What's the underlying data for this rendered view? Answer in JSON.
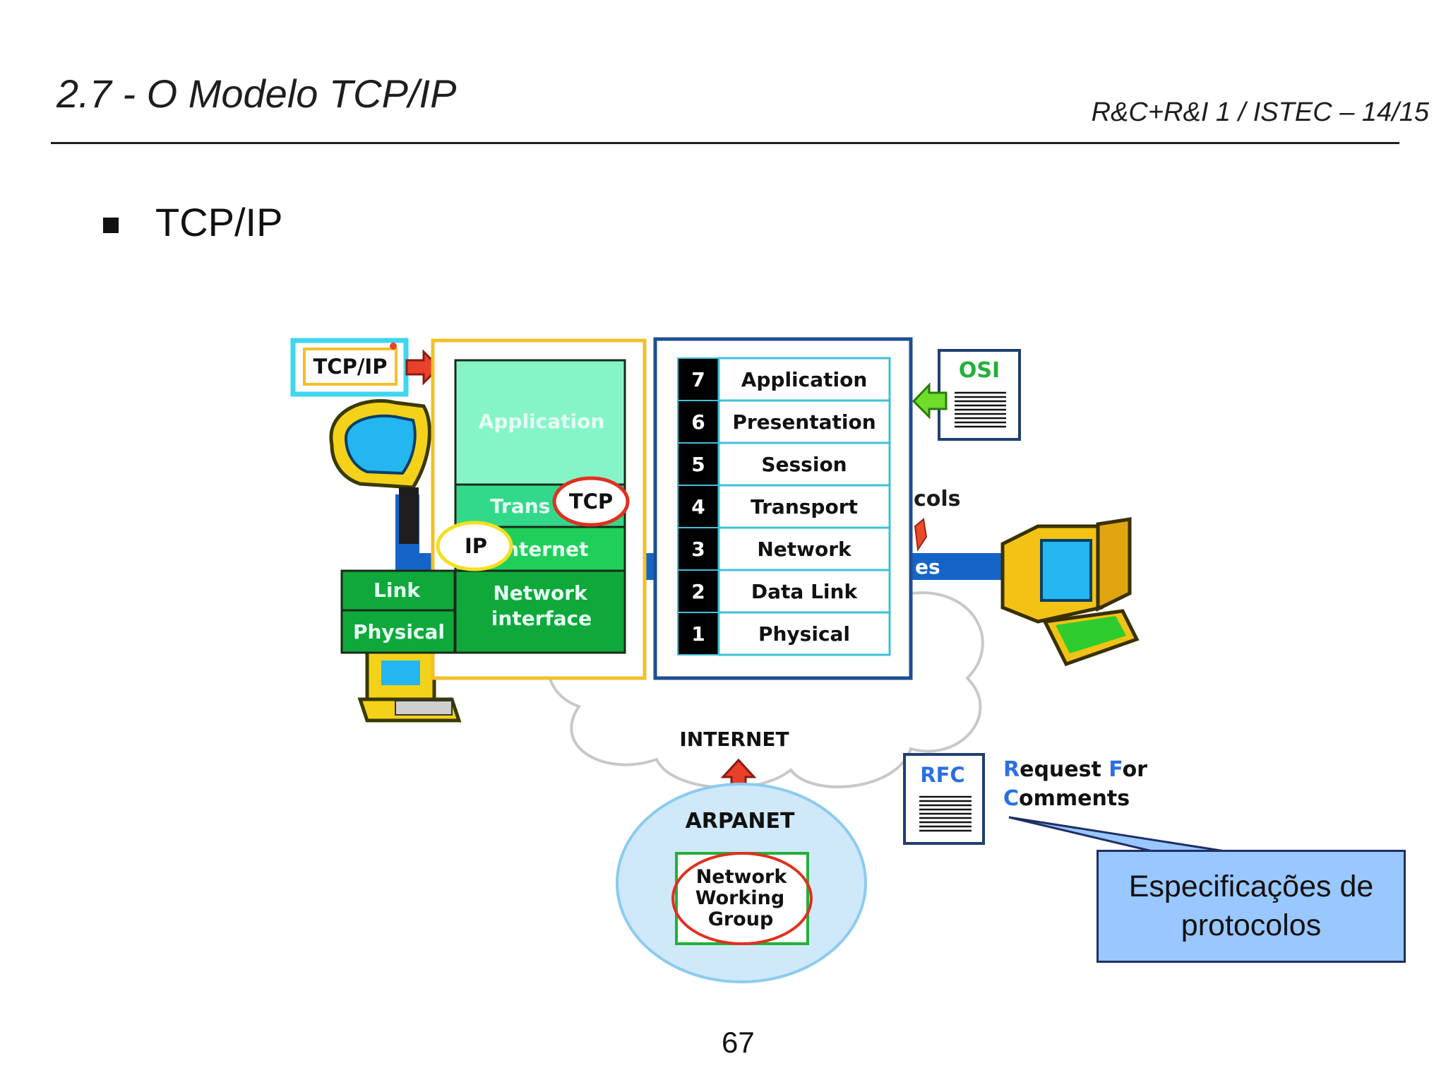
{
  "header": {
    "title": "2.7 - O Modelo TCP/IP",
    "course_ref": "R&C+R&I 1 / ISTEC – 14/15"
  },
  "bullet": {
    "text": "TCP/IP"
  },
  "diagram": {
    "tcpip_tag": "TCP/IP",
    "tcpip_stack": {
      "application": "Application",
      "transport_fragment": "Trans",
      "internet_fragment": "nternet",
      "network_interface_line1": "Network",
      "network_interface_line2": "interface",
      "link": "Link",
      "physical": "Physical"
    },
    "tcp_badge": "TCP",
    "ip_badge": "IP",
    "osi_layers": [
      {
        "num": "7",
        "name": "Application"
      },
      {
        "num": "6",
        "name": "Presentation"
      },
      {
        "num": "5",
        "name": "Session"
      },
      {
        "num": "4",
        "name": "Transport"
      },
      {
        "num": "3",
        "name": "Network"
      },
      {
        "num": "2",
        "name": "Data Link"
      },
      {
        "num": "1",
        "name": "Physical"
      }
    ],
    "osi_doc_label": "OSI",
    "hidden_protocols_fragment": "cols",
    "hidden_es_fragment": "es",
    "internet_label": "INTERNET",
    "arpanet_label": "ARPANET",
    "nwg_line1": "Network",
    "nwg_line2": "Working",
    "nwg_line3": "Group",
    "rfc_label": "RFC",
    "rfc_line1_initial": "R",
    "rfc_line1_a": "equest ",
    "rfc_line1_initial2": "F",
    "rfc_line1_b": "or",
    "rfc_line2_initial": "C",
    "rfc_line2_rest": "omments",
    "colors": {
      "tcpip_stack_light": "#85f5c8",
      "tcpip_stack_mid": "#33d98a",
      "tcpip_stack_dark": "#0fa83a",
      "osi_number_bg": "#000000",
      "osi_frame": "#1f4f8f",
      "tcpip_frame": "#f3c02a",
      "highlight_red": "#e03020",
      "rfc_accent": "#2b6fe0",
      "arpanet_fill": "#cfe9fb"
    }
  },
  "callout": {
    "line1": "Especificações de",
    "line2": "protocolos"
  },
  "footer": {
    "page_number": "67"
  }
}
